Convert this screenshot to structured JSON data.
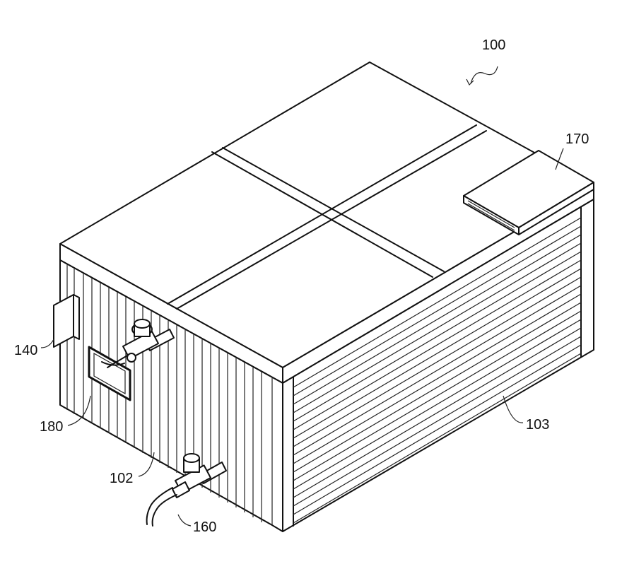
{
  "labels": {
    "ref_100": "100",
    "ref_170": "170",
    "ref_140": "140",
    "ref_180": "180",
    "ref_102": "102",
    "ref_103": "103",
    "ref_160": "160"
  }
}
